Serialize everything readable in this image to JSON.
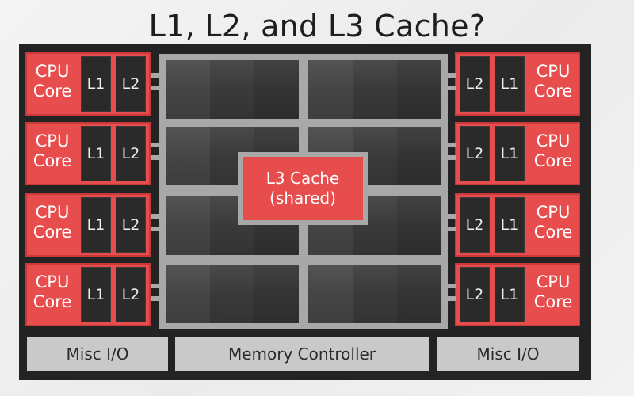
{
  "title": "L1, L2, and L3 Cache?",
  "core": {
    "label_line1": "CPU",
    "label_line2": "Core",
    "l1": "L1",
    "l2": "L2"
  },
  "l3": {
    "line1": "L3 Cache",
    "line2": "(shared)"
  },
  "bottom": {
    "misc_left": "Misc I/O",
    "memory_controller": "Memory Controller",
    "misc_right": "Misc I/O"
  },
  "colors": {
    "core_red": "#e84d4d",
    "chip_dark": "#232323",
    "frame_gray": "#a8a8a8",
    "bar_gray": "#c9c9c9"
  }
}
